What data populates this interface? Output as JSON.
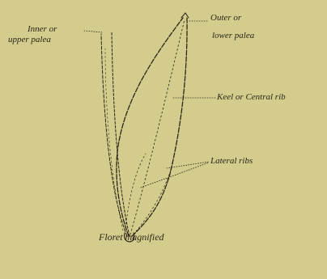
{
  "labels": {
    "inner_palea_line1": "Inner or",
    "inner_palea_line2": "upper palea",
    "outer_palea_line1": "Outer or",
    "outer_palea_line2": "lower palea",
    "keel": "Keel or Central rib",
    "lateral_ribs": "Lateral ribs",
    "caption": "Floret magnified"
  },
  "colors": {
    "background": "#d4cc8c",
    "ink": "#2a2618"
  }
}
